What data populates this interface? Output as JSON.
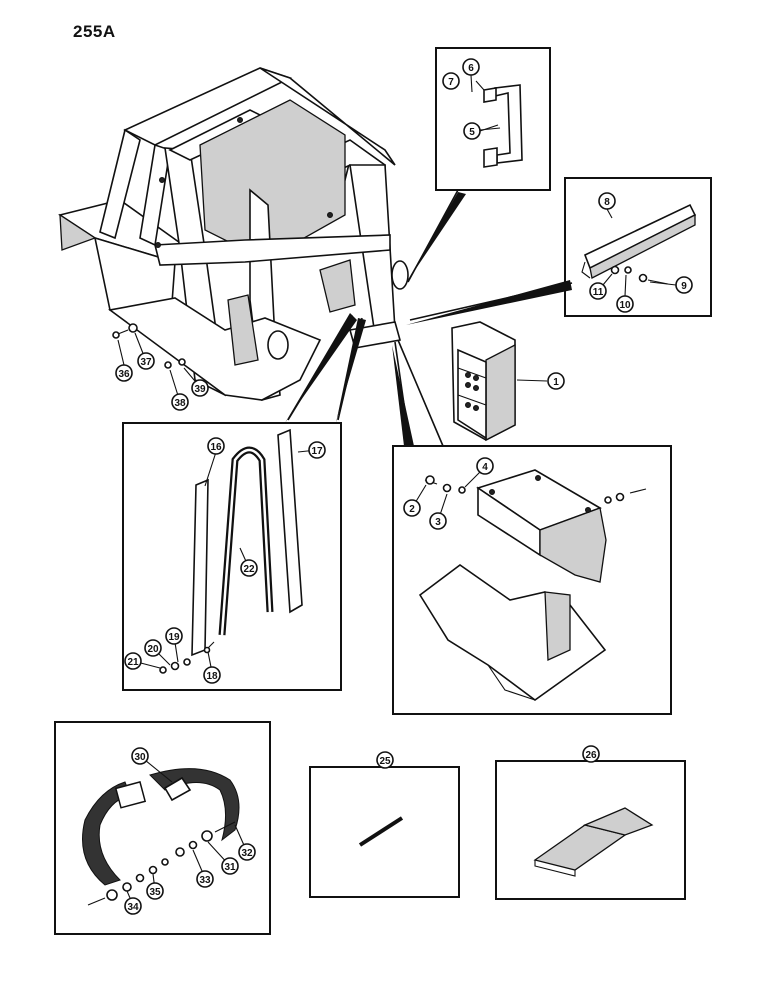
{
  "page_number": "255A",
  "callouts": {
    "c1": "1",
    "c2": "2",
    "c3": "3",
    "c4": "4",
    "c5": "5",
    "c6": "6",
    "c7": "7",
    "c8": "8",
    "c9": "9",
    "c10": "10",
    "c11": "11",
    "c16": "16",
    "c17": "17",
    "c18": "18",
    "c19": "19",
    "c20": "20",
    "c21": "21",
    "c22": "22",
    "c25": "25",
    "c26": "26",
    "c30": "30",
    "c31": "31",
    "c32": "32",
    "c33": "33",
    "c34": "34",
    "c35": "35",
    "c36": "36",
    "c37": "37",
    "c38": "38",
    "c39": "39"
  }
}
